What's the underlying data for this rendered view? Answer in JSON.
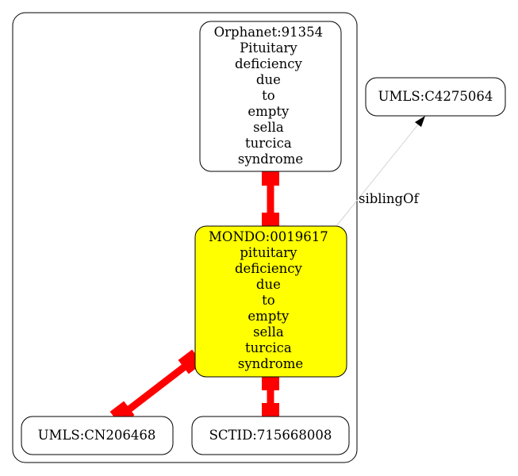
{
  "colors": {
    "highlight_fill": "#ffff00",
    "node_fill": "#ffffff",
    "stroke": "#000000",
    "equivalence_edge": "#ff0000",
    "sibling_edge": "#d3d3d3"
  },
  "nodes": {
    "orphanet": {
      "id": "Orphanet:91354",
      "lines": [
        "Orphanet:91354",
        "Pituitary",
        "deficiency",
        "due",
        "to",
        "empty",
        "sella",
        "turcica",
        "syndrome"
      ]
    },
    "mondo": {
      "id": "MONDO:0019617",
      "lines": [
        "MONDO:0019617",
        "pituitary",
        "deficiency",
        "due",
        "to",
        "empty",
        "sella",
        "turcica",
        "syndrome"
      ],
      "highlighted": true
    },
    "umls_cn": {
      "id": "UMLS:CN206468",
      "lines": [
        "UMLS:CN206468"
      ]
    },
    "sctid": {
      "id": "SCTID:715668008",
      "lines": [
        "SCTID:715668008"
      ]
    },
    "umls_c": {
      "id": "UMLS:C4275064",
      "lines": [
        "UMLS:C4275064"
      ]
    }
  },
  "edges": [
    {
      "from": "MONDO:0019617",
      "to": "Orphanet:91354",
      "kind": "equivalent"
    },
    {
      "from": "MONDO:0019617",
      "to": "UMLS:CN206468",
      "kind": "equivalent"
    },
    {
      "from": "MONDO:0019617",
      "to": "SCTID:715668008",
      "kind": "equivalent"
    },
    {
      "from": "MONDO:0019617",
      "to": "UMLS:C4275064",
      "kind": "sibling",
      "label": "siblingOf"
    }
  ]
}
